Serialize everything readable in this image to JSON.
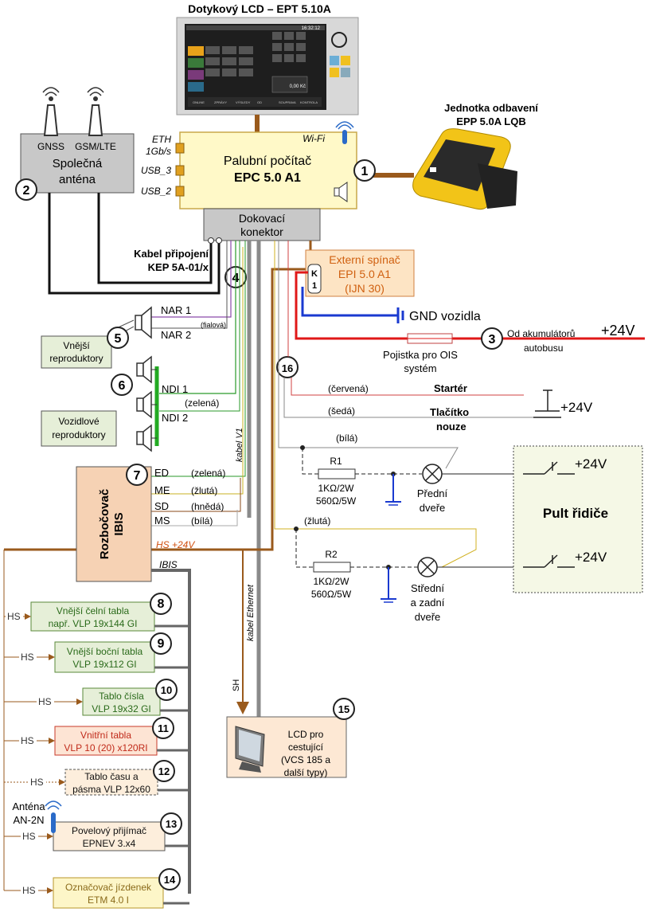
{
  "touch_lcd": {
    "title": "Dotykový LCD – EPT 5.10A",
    "screen_time": "16:32:12",
    "screen_amount": "0,00 Kč",
    "screen_buttons": [
      "ONLINE",
      "ZPRÁVY",
      "VÝSLEDY",
      "OD",
      "SOUPRAVA",
      "KONTROLA"
    ]
  },
  "payment_unit": {
    "line1": "Jednotka odbavení",
    "line2": "EPP 5.0A LQB"
  },
  "computer": {
    "line1": "Palubní počítač",
    "line2": "EPC 5.0 A1",
    "number": "1",
    "wifi": "Wi-Fi",
    "ports": [
      "ETH",
      "1Gb/s",
      "USB_3",
      "USB_2"
    ]
  },
  "antenna": {
    "gnss": "GNSS",
    "gsm": "GSM/LTE",
    "line1": "Společná",
    "line2": "anténa",
    "number": "2"
  },
  "dock": {
    "line1": "Dokovací",
    "line2": "konektor"
  },
  "switch": {
    "line1": "Externí spínač",
    "line2": "EPI 5.0 A1",
    "line3": "(IJN 30)",
    "k1_top": "K",
    "k1_bottom": "1"
  },
  "cable": {
    "line1": "Kabel připojení",
    "line2": "KEP 5A-01/x",
    "number": "4"
  },
  "gnd": {
    "label": "GND vozidla"
  },
  "battery": {
    "number": "3",
    "line1": "Od akumulátorů",
    "line2": "autobusu",
    "voltage": "+24V"
  },
  "fuse": {
    "line1": "Pojistka pro OIS",
    "line2": "systém"
  },
  "speakers": {
    "nar1": "NAR 1",
    "nar2": "NAR 2",
    "fialova": "(fialová)",
    "outer_num": "5",
    "outer_line1": "Vnější",
    "outer_line2": "reproduktory",
    "ndi_num": "6",
    "ndi1": "NDI 1",
    "ndi2": "NDI 2",
    "zelena": "(zelená)",
    "inner_line1": "Vozidlové",
    "inner_line2": "reproduktory"
  },
  "wires": {
    "num16": "16",
    "cervena": "(červená)",
    "starter": "Startér",
    "seda": "(šedá)",
    "nouze1": "Tlačítko",
    "nouze2": "nouze",
    "bila": "(bílá)",
    "zluta": "(žlutá)",
    "v24": "+24V",
    "kabel_v1": "kabel V1",
    "kabel_eth": "kabel Ethernet",
    "sh": "SH"
  },
  "r1": {
    "name": "R1",
    "val1": "1KΩ/2W",
    "val2": "560Ω/5W",
    "door1": "Přední",
    "door2": "dveře"
  },
  "r2": {
    "name": "R2",
    "val1": "1KΩ/2W",
    "val2": "560Ω/5W",
    "door1": "Střední",
    "door2": "a zadní",
    "door3": "dveře"
  },
  "pult": {
    "label": "Pult řidiče",
    "v1": "+24V",
    "v2": "+24V"
  },
  "ibis": {
    "number": "7",
    "title1": "Rozbočovač",
    "title2": "IBIS",
    "ed": "ED",
    "me": "ME",
    "sd": "SD",
    "ms": "MS",
    "ed_c": "(zelená)",
    "me_c": "(žlutá)",
    "sd_c": "(hnědá)",
    "ms_c": "(bílá)",
    "hs24": "HS +24V",
    "ibis_label": "IBIS"
  },
  "devices": [
    {
      "num": "8",
      "l1": "Vnější čelní tabla",
      "l2": "např. VLP 19x144 GI",
      "hs": "HS"
    },
    {
      "num": "9",
      "l1": "Vnější boční tabla",
      "l2": "VLP 19x112 GI",
      "hs": "HS"
    },
    {
      "num": "10",
      "l1": "Tablo čísla",
      "l2": "VLP 19x32 GI",
      "hs": "HS"
    },
    {
      "num": "11",
      "l1": "Vnitřní tabla",
      "l2": "VLP 10 (20) x120RI",
      "hs": "HS"
    },
    {
      "num": "12",
      "l1": "Tablo času a",
      "l2": "pásma VLP 12x60",
      "hs": "HS"
    },
    {
      "num": "13",
      "l1": "Povelový přijímač",
      "l2": "EPNEV 3.x4",
      "hs": "HS"
    },
    {
      "num": "14",
      "l1": "Označovač jízdenek",
      "l2": "ETM 4.0 I",
      "hs": "HS"
    }
  ],
  "an2n": {
    "line1": "Anténa",
    "line2": "AN-2N"
  },
  "lcd_pass": {
    "number": "15",
    "line1": "LCD pro",
    "line2": "cestující",
    "line3": "(VCS 185 a",
    "line4": "další typy)"
  }
}
